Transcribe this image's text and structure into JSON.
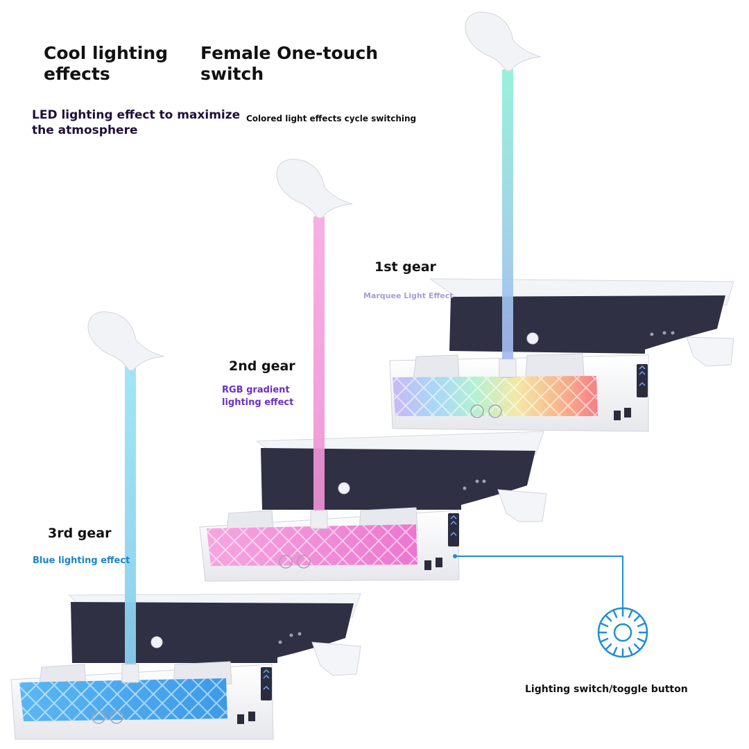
{
  "header": {
    "left_title": [
      "Cool lighting",
      "effects"
    ],
    "right_title": [
      "Female One-touch",
      "switch"
    ],
    "left_sub": [
      "LED lighting effect to maximize",
      "the atmosphere"
    ],
    "right_sub": "Colored light effects cycle switching"
  },
  "gears": [
    {
      "title": "1st gear",
      "subtitle": [
        "Marquee Light Effect"
      ],
      "color": "#a79bd8",
      "pole_color": "#8fe0df"
    },
    {
      "title": "2nd gear",
      "subtitle": [
        "RGB gradient",
        "lighting effect"
      ],
      "color": "#6a2fc7",
      "pole_color": "#f09ad8"
    },
    {
      "title": "3rd gear",
      "subtitle": [
        "Blue lighting effect"
      ],
      "color": "#1b83c7",
      "pole_color": "#8fd6ee"
    }
  ],
  "callout": {
    "label": "Lighting switch/toggle button",
    "color": "#1e8ed4"
  },
  "icons": {
    "toggle": "sun-icon",
    "fan": "fan-icon"
  }
}
